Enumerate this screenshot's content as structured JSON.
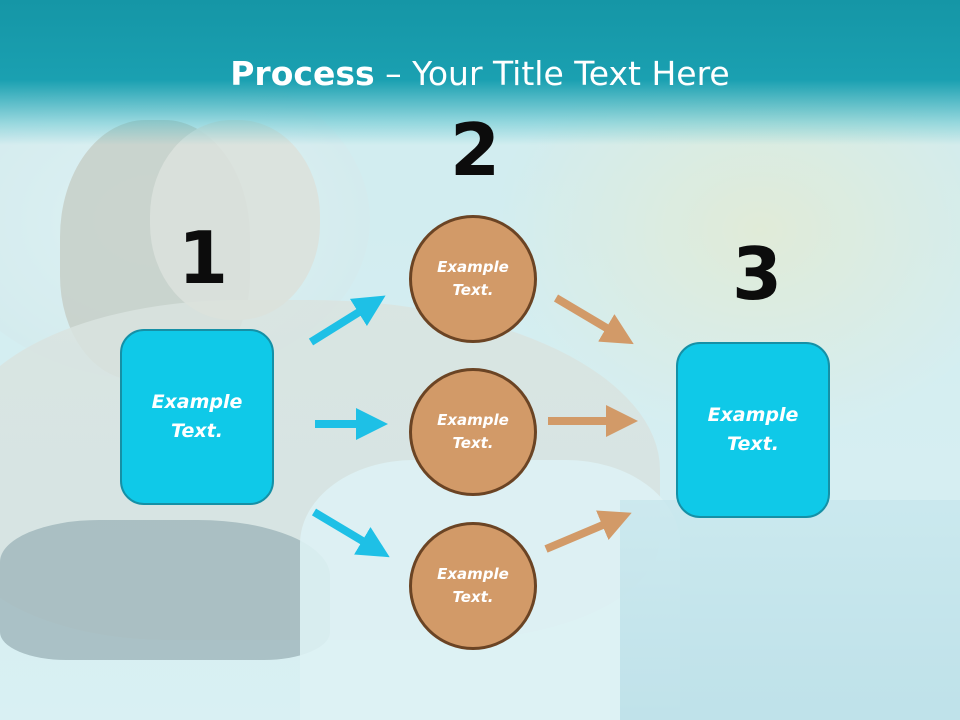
{
  "title": {
    "bold": "Process",
    "rest": " – Your Title Text Here"
  },
  "steps": [
    {
      "number": "1",
      "text": "Example Text."
    },
    {
      "number": "2"
    },
    {
      "number": "3",
      "text": "Example Text."
    }
  ],
  "circles": [
    {
      "text": "Example Text."
    },
    {
      "text": "Example Text."
    },
    {
      "text": "Example Text."
    }
  ],
  "colors": {
    "header": "#1596a6",
    "box": "#0fc9e8",
    "circle": "#d29a68",
    "cyan_arrow": "#1ec0e6",
    "tan_arrow": "#d29a68"
  }
}
